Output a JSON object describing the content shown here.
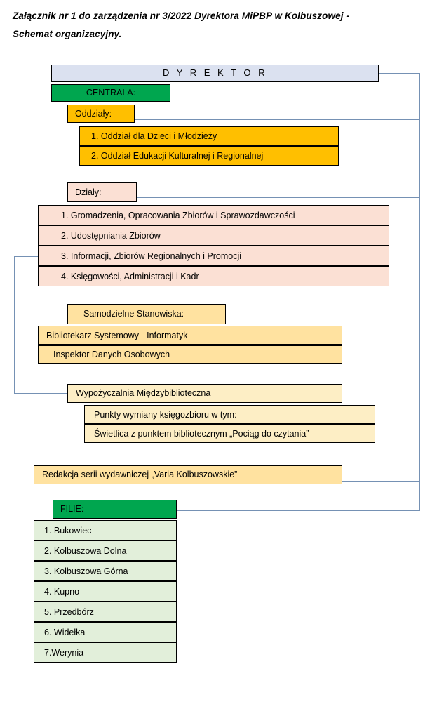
{
  "document": {
    "heading_line1": "Załącznik nr 1 do zarządzenia nr 3/2022 Dyrektora  MiPBP w Kolbuszowej -",
    "heading_line2": "Schemat organizacyjny."
  },
  "chart": {
    "type": "org-chart",
    "root": {
      "label": "D Y R E K T O R",
      "color": "#dbe1f0"
    },
    "centrala": {
      "label": "CENTRALA:",
      "color": "#00a64f"
    },
    "oddzialy": {
      "header": {
        "label": "Oddziały:",
        "color": "#ffbf00"
      },
      "items": [
        "1.   Oddział dla Dzieci i Młodzieży",
        "2.   Oddział Edukacji Kulturalnej i Regionalnej"
      ],
      "color": "#ffbf00"
    },
    "dzialy": {
      "header": {
        "label": "Działy:",
        "color": "#fbe0d4"
      },
      "items": [
        "1.  Gromadzenia, Opracowania Zbiorów i Sprawozdawczości",
        "2.  Udostępniania Zbiorów",
        "3.  Informacji, Zbiorów Regionalnych i Promocji",
        "4.  Księgowości, Administracji i Kadr"
      ],
      "color": "#fbe0d4"
    },
    "samodzielne": {
      "header": {
        "label": "Samodzielne Stanowiska:",
        "color": "#ffe2a0"
      },
      "items": [
        "Bibliotekarz Systemowy - Informatyk",
        "Inspektor Danych Osobowych"
      ],
      "color": "#ffe2a0"
    },
    "wypozyczalnia": {
      "header": {
        "label": "Wypożyczalnia Międzybiblioteczna",
        "color": "#fdeec5"
      },
      "items": [
        "Punkty wymiany księgozbioru w tym:",
        "Świetlica z punktem bibliotecznym „Pociąg do czytania”"
      ],
      "color": "#fdeec5"
    },
    "redakcja": {
      "label": "Redakcja serii wydawniczej „Varia Kolbuszowskie”",
      "color": "#ffe2a0"
    },
    "filie": {
      "header": {
        "label": "FILIE:",
        "color": "#00a64f"
      },
      "items": [
        "1. Bukowiec",
        "2. Kolbuszowa Dolna",
        "3. Kolbuszowa Górna",
        "4. Kupno",
        "5. Przedbórz",
        "6. Widełka",
        "7.Werynia"
      ],
      "color": "#e2efda"
    },
    "connector_color": "#7591b4"
  }
}
